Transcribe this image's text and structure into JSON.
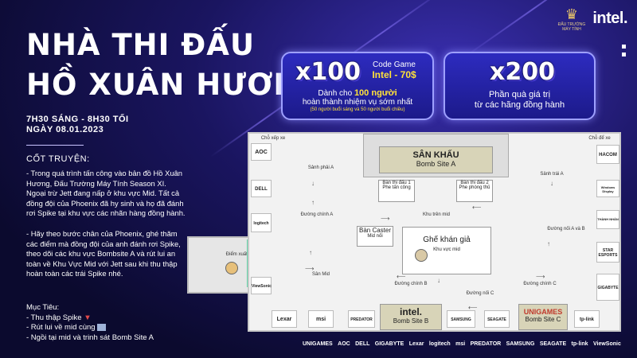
{
  "header": {
    "title_line1": "NHÀ THI ĐẤU",
    "title_line2": "HỒ XUÂN HƯƠNG",
    "time_line": "7H30 SÁNG - 8H30 TỐI",
    "date_line": "NGÀY  08.01.2023"
  },
  "story": {
    "heading": "CỐT TRUYỆN:",
    "p1": "- Trong quá trình tấn công vào bản đồ Hồ Xuân Hương, Đấu Trường Máy Tính Season XI. Ngoại trừ Jett đang nấp ở khu vực Mid. Tất cả đồng đội của Phoenix đã hy sinh và họ đã đánh rơi Spike tại khu vực các nhãn hàng đồng hành.",
    "p2": "- Hãy theo bước chân của Phoenix, ghé thăm các điểm mà đồng đội của anh đánh rơi Spike, theo dõi các khu vực Bombsite A và rút lui an toàn về Khu Vực Mid với Jett sau khi thu thập hoàn toàn các trái Spike nhé."
  },
  "goals": {
    "heading": "Mục Tiêu:",
    "items": [
      "- Thu thập Spike",
      "- Rút lui về mid cùng",
      "- Ngồi tại mid và trinh sát Bomb Site A"
    ]
  },
  "promo1": {
    "big": "x100",
    "code": "Code Game",
    "product": "Intel - 70$",
    "line1": "Dành cho",
    "highlight": "100 người",
    "line2": "hoàn thành nhiệm vụ sớm nhất",
    "note": "(50 người buổi sáng và 50 người buổi chiều)"
  },
  "promo2": {
    "big": "x200",
    "line1": "Phần quà giá trị",
    "line2": "từ các hãng đồng hành"
  },
  "logos": {
    "intel": "intel.",
    "dtmt": "ĐẤU TRƯỜNG MÁY TÍNH"
  },
  "map": {
    "stage": "SÂN KHẤU",
    "bomb_a": "Bomb Site A",
    "seats": "Ghế khán giả",
    "mid_zone": "Khu vực mid",
    "caster": "Bàn Caster",
    "caster_sub": "Mid nối",
    "room1": "Bàn thi đấu 1",
    "room1_sub": "Phe tấn công",
    "room2": "Bàn thi đấu 2",
    "room2_sub": "Phe phòng thủ",
    "export": "Điểm xuất hiện phe tấn công",
    "park_left": "Chỗ xếp xe",
    "park_right": "Chỗ để xe",
    "labels": {
      "sanh_phai_a": "Sảnh phải A",
      "sanh_trai_a": "Sảnh trái A",
      "duong_chinh_a": "Đường chính A",
      "khu_tren_mid": "Khu trên mid",
      "duong_noi_a_b": "Đường nối A và B",
      "san_mid": "Sân Mid",
      "duong_chinh_b": "Đường chính B",
      "duong_noi_c": "Đường nối C",
      "duong_chinh_c": "Đường chính C"
    },
    "bomb_b": "Bomb Site B",
    "bomb_c": "Bomb Site C",
    "sponsors": {
      "aoc": "AOC",
      "dell": "DELL",
      "logitech": "logitech",
      "viewsonic": "ViewSonic",
      "lexar": "Lexar",
      "msi": "msi",
      "predator": "PREDATOR",
      "intel_b": "intel.",
      "samsung": "SAMSUNG",
      "seagate": "SEAGATE",
      "unigames": "UNIGAMES",
      "tplink": "tp-link",
      "hacom": "HACOM",
      "windows": "Windows Display",
      "thanhnhan": "THÀNH NHÂN",
      "star": "STAR ESPORTS",
      "gigabyte": "GIGABYTE"
    }
  },
  "footer": [
    "UNIGAMES",
    "AOC",
    "DELL",
    "GIGABYTE",
    "Lexar",
    "logitech",
    "msi",
    "PREDATOR",
    "SAMSUNG",
    "SEAGATE",
    "tp-link",
    "ViewSonic"
  ]
}
